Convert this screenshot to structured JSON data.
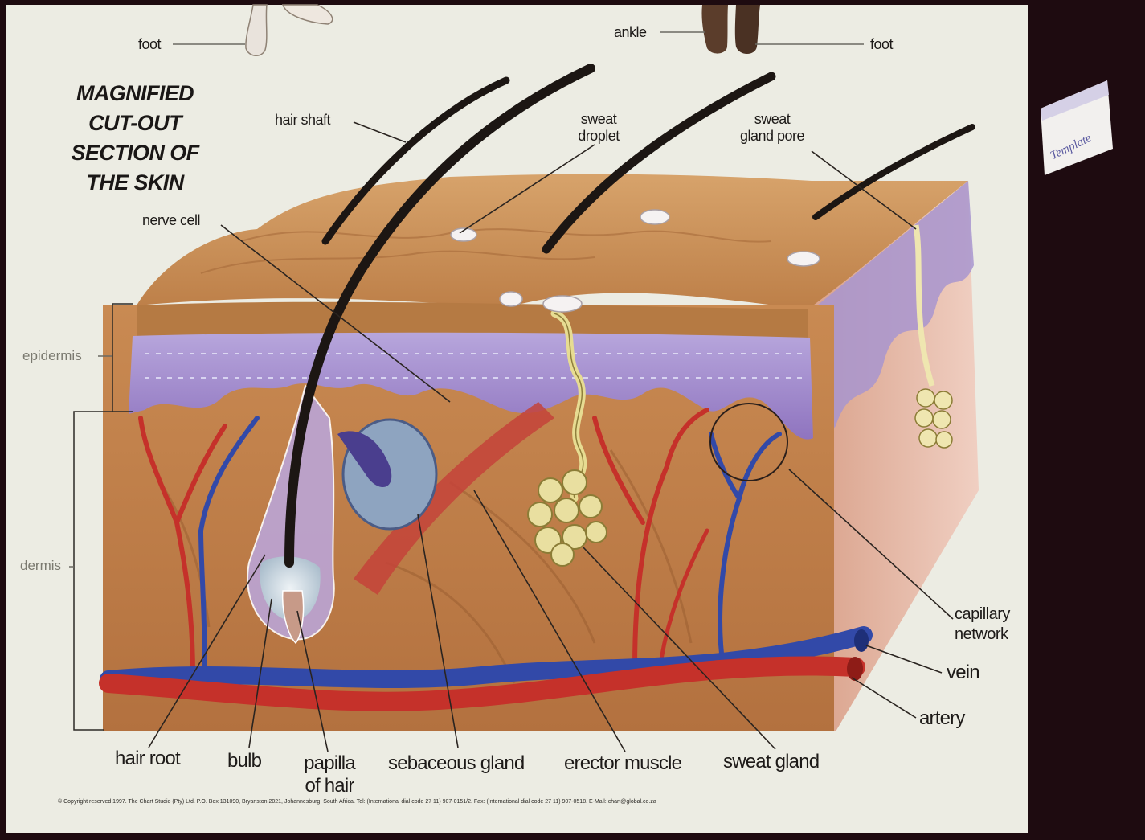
{
  "poster": {
    "title": [
      "MAGNIFIED",
      "CUT-OUT",
      "SECTION OF",
      "THE SKIN"
    ],
    "top_labels": {
      "foot_left": "foot",
      "ankle": "ankle",
      "foot_right": "foot"
    },
    "labels": {
      "hair_shaft": "hair shaft",
      "sweat_droplet": [
        "sweat",
        "droplet"
      ],
      "sweat_gland_pore": [
        "sweat",
        "gland pore"
      ],
      "nerve_cell": "nerve cell",
      "epidermis": "epidermis",
      "dermis": "dermis",
      "capillary_network": [
        "capillary",
        "network"
      ],
      "vein": "vein",
      "artery": "artery"
    },
    "bottom_labels": {
      "hair_root": "hair root",
      "bulb": "bulb",
      "papilla": [
        "papilla",
        "of hair"
      ],
      "sebaceous_gland": "sebaceous gland",
      "erector_muscle": "erector muscle",
      "sweat_gland": "sweat gland"
    },
    "copyright": "© Copyright reserved 1997. The Chart Studio (Pty) Ltd. P.O. Box 131090, Bryanston 2021, Johannesburg, South Africa. Tel: (International dial code 27 11) 907-0151/2. Fax: (International dial code 27 11) 907-0518. E-Mail: chart@global.co.za",
    "tab_text": "Template"
  },
  "colors": {
    "paper": "#ecece3",
    "skin": "#c7884f",
    "epidermis": "#9e86c8",
    "artery": "#c5312a",
    "vein": "#3249a8",
    "hair": "#1c1613",
    "gland": "#e7dc92",
    "background": "#1e0b10"
  }
}
